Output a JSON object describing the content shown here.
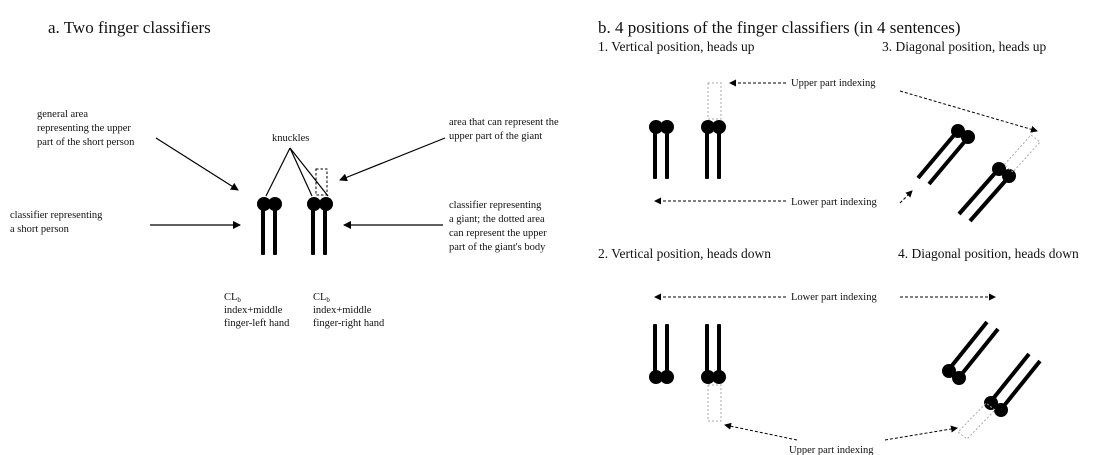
{
  "panel_a": {
    "title": "a. Two finger classifiers",
    "label_general": [
      "general area",
      "representing the upper",
      "part of the short person"
    ],
    "label_knuckles": "knuckles",
    "label_area_giant": [
      "area that can represent the",
      "upper part of the giant"
    ],
    "label_short": [
      "classifier representing",
      "a short person"
    ],
    "label_giant": [
      "classifier representing",
      "a giant; the dotted area",
      "can represent the upper",
      "part of the giant's body"
    ],
    "cl_left": {
      "cl": "CL",
      "sub": "b",
      "line1": "index+middle",
      "line2": "finger-left hand"
    },
    "cl_right": {
      "cl": "CL",
      "sub": "b",
      "line1": "index+middle",
      "line2": "finger-right hand"
    }
  },
  "panel_b": {
    "title": "b. 4 positions of the finger classifiers (in 4 sentences)",
    "pos1": "1. Vertical position, heads up",
    "pos2": "2. Vertical position, heads down",
    "pos3": "3. Diagonal position, heads up",
    "pos4": "4. Diagonal position, heads down",
    "upper_top": "Upper part indexing",
    "lower_top": "Lower part indexing",
    "lower_bottom": "Lower part indexing",
    "upper_bottom": "Upper part indexing"
  }
}
